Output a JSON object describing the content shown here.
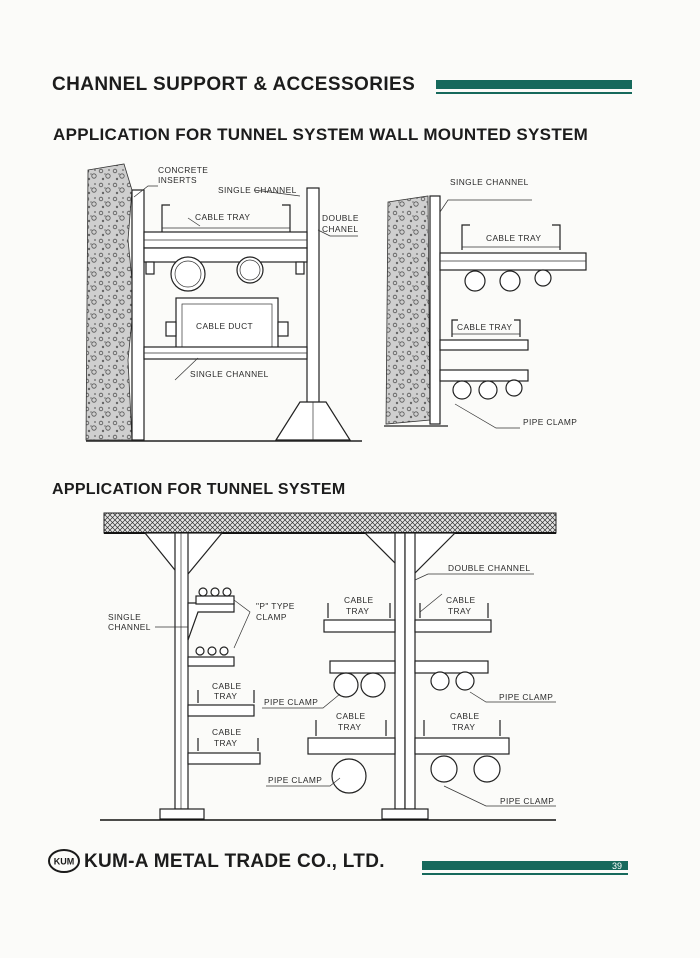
{
  "header": {
    "section_title": "CHANNEL SUPPORT & ACCESSORIES",
    "accent_color": "#16695c"
  },
  "figure1": {
    "title": "APPLICATION FOR TUNNEL SYSTEM WALL MOUNTED SYSTEM",
    "left_labels": {
      "concrete_inserts_1": "CONCRETE",
      "concrete_inserts_2": "INSERTS",
      "single_channel_top": "SINGLE CHANNEL",
      "cable_tray": "CABLE TRAY",
      "double_chanel_1": "DOUBLE",
      "double_chanel_2": "CHANEL",
      "cable_duct": "CABLE DUCT",
      "single_channel_bottom": "SINGLE CHANNEL"
    },
    "right_labels": {
      "single_channel": "SINGLE CHANNEL",
      "cable_tray_top": "CABLE TRAY",
      "cable_tray_mid": "CABLE TRAY",
      "pipe_clamp": "PIPE CLAMP"
    }
  },
  "figure2": {
    "title": "APPLICATION FOR TUNNEL SYSTEM",
    "labels": {
      "single_channel_1": "SINGLE",
      "single_channel_2": "CHANNEL",
      "p_type_clamp_1": "\"P\" TYPE",
      "p_type_clamp_2": "CLAMP",
      "cable_tray_a1": "CABLE",
      "cable_tray_a2": "TRAY",
      "cable_tray_b1": "CABLE",
      "cable_tray_b2": "TRAY",
      "pipe_clamp_left": "PIPE CLAMP",
      "double_channel": "DOUBLE CHANNEL",
      "cable_tray_c1": "CABLE",
      "cable_tray_c2": "TRAY",
      "cable_tray_d1": "CABLE",
      "cable_tray_d2": "TRAY",
      "pipe_clamp_right": "PIPE CLAMP",
      "cable_tray_e1": "CABLE",
      "cable_tray_e2": "TRAY",
      "cable_tray_f1": "CABLE",
      "cable_tray_f2": "TRAY",
      "pipe_clamp_bottom_left": "PIPE CLAMP",
      "pipe_clamp_bottom_right": "PIPE CLAMP"
    }
  },
  "footer": {
    "logo_text": "KUM",
    "company_name": "KUM-A METAL TRADE CO., LTD.",
    "page_number": "39"
  }
}
